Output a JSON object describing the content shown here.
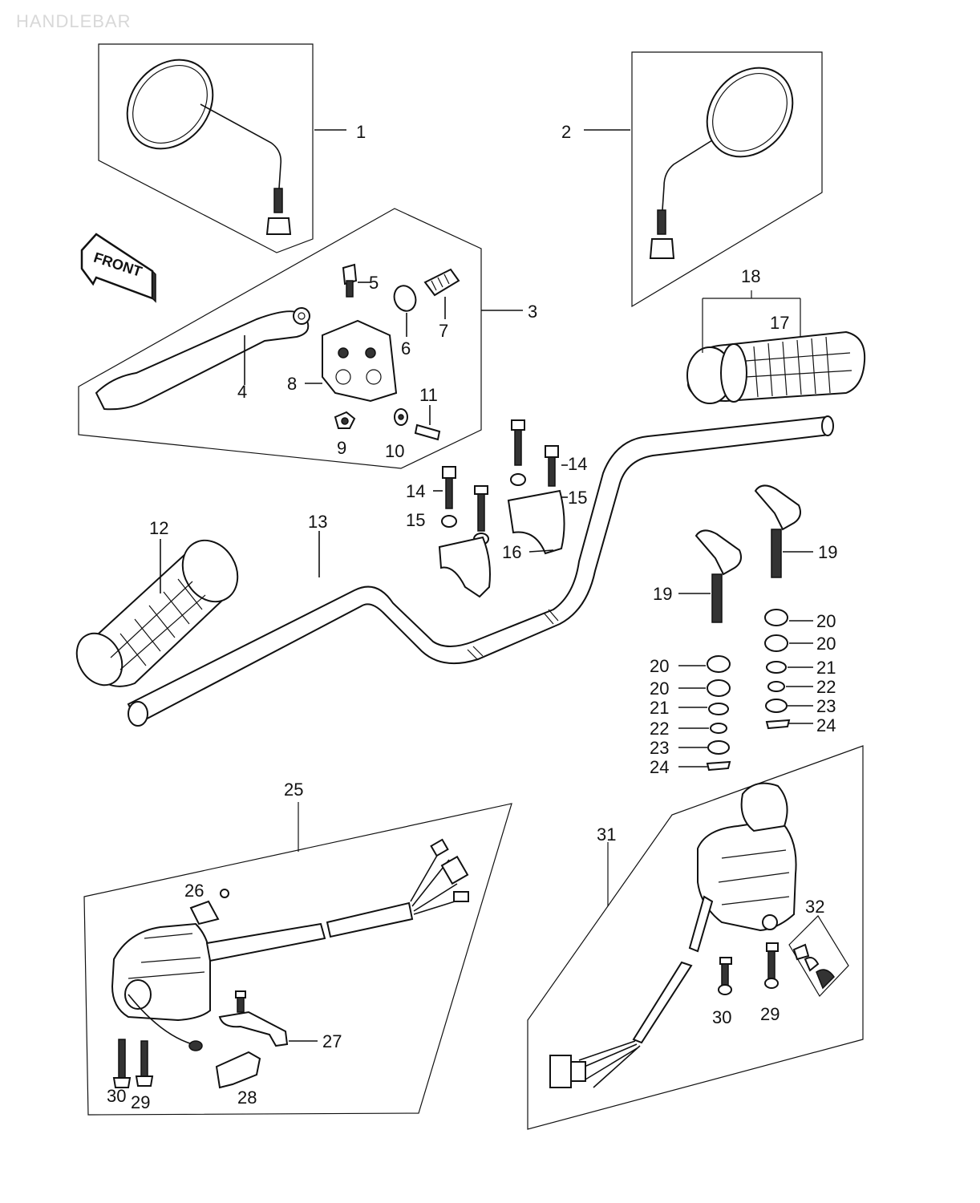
{
  "title": "HANDLEBAR",
  "front_label": "FRONT",
  "callouts": {
    "c1": "1",
    "c2": "2",
    "c3": "3",
    "c4": "4",
    "c5": "5",
    "c6": "6",
    "c7": "7",
    "c8": "8",
    "c9": "9",
    "c10": "10",
    "c11": "11",
    "c12": "12",
    "c13": "13",
    "c14a": "14",
    "c14b": "14",
    "c15a": "15",
    "c15b": "15",
    "c16": "16",
    "c17": "17",
    "c18": "18",
    "c19a": "19",
    "c19b": "19",
    "c20a": "20",
    "c20b": "20",
    "c20c": "20",
    "c20d": "20",
    "c21a": "21",
    "c21b": "21",
    "c22a": "22",
    "c22b": "22",
    "c23a": "23",
    "c23b": "23",
    "c24a": "24",
    "c24b": "24",
    "c25": "25",
    "c26": "26",
    "c27": "27",
    "c28": "28",
    "c29a": "29",
    "c29b": "29",
    "c30a": "30",
    "c30b": "30",
    "c31": "31",
    "c32": "32"
  }
}
